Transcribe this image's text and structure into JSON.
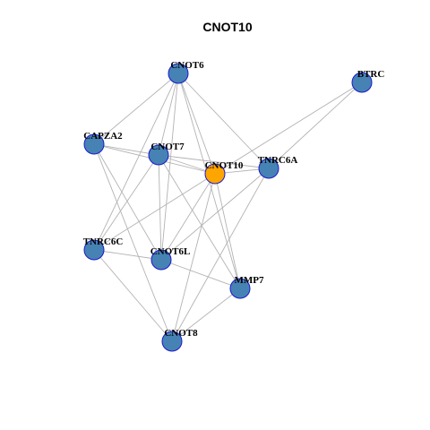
{
  "title": "CNOT10",
  "colors": {
    "center_node": "#FFA500",
    "other_node": "#4682B4",
    "node_border": "#1A1ACC",
    "edge": "#B3B3B3"
  },
  "network": {
    "nodes": [
      {
        "id": "CNOT10",
        "role": "center"
      },
      {
        "id": "CNOT6",
        "role": "neighbor"
      },
      {
        "id": "BTRC",
        "role": "neighbor"
      },
      {
        "id": "CAPZA2",
        "role": "neighbor"
      },
      {
        "id": "CNOT7",
        "role": "neighbor"
      },
      {
        "id": "TNRC6A",
        "role": "neighbor"
      },
      {
        "id": "TNRC6C",
        "role": "neighbor"
      },
      {
        "id": "CNOT6L",
        "role": "neighbor"
      },
      {
        "id": "MMP7",
        "role": "neighbor"
      },
      {
        "id": "CNOT8",
        "role": "neighbor"
      }
    ],
    "edges": [
      [
        "CNOT6",
        "CNOT10"
      ],
      [
        "CNOT6",
        "CNOT7"
      ],
      [
        "CNOT6",
        "CAPZA2"
      ],
      [
        "CNOT6",
        "TNRC6C"
      ],
      [
        "CNOT6",
        "CNOT6L"
      ],
      [
        "CNOT6",
        "TNRC6A"
      ],
      [
        "CNOT6",
        "MMP7"
      ],
      [
        "BTRC",
        "CNOT10"
      ],
      [
        "BTRC",
        "TNRC6A"
      ],
      [
        "CAPZA2",
        "CNOT7"
      ],
      [
        "CAPZA2",
        "CNOT10"
      ],
      [
        "CAPZA2",
        "CNOT6L"
      ],
      [
        "CAPZA2",
        "CNOT8"
      ],
      [
        "CNOT7",
        "CNOT10"
      ],
      [
        "CNOT7",
        "TNRC6A"
      ],
      [
        "CNOT7",
        "TNRC6C"
      ],
      [
        "CNOT7",
        "CNOT6L"
      ],
      [
        "CNOT7",
        "MMP7"
      ],
      [
        "CNOT10",
        "TNRC6A"
      ],
      [
        "CNOT10",
        "CNOT6L"
      ],
      [
        "CNOT10",
        "MMP7"
      ],
      [
        "CNOT10",
        "CNOT8"
      ],
      [
        "CNOT10",
        "TNRC6C"
      ],
      [
        "TNRC6A",
        "CNOT6L"
      ],
      [
        "TNRC6A",
        "CNOT8"
      ],
      [
        "TNRC6C",
        "CNOT6L"
      ],
      [
        "TNRC6C",
        "CNOT8"
      ],
      [
        "CNOT6L",
        "MMP7"
      ],
      [
        "MMP7",
        "CNOT8"
      ]
    ]
  }
}
